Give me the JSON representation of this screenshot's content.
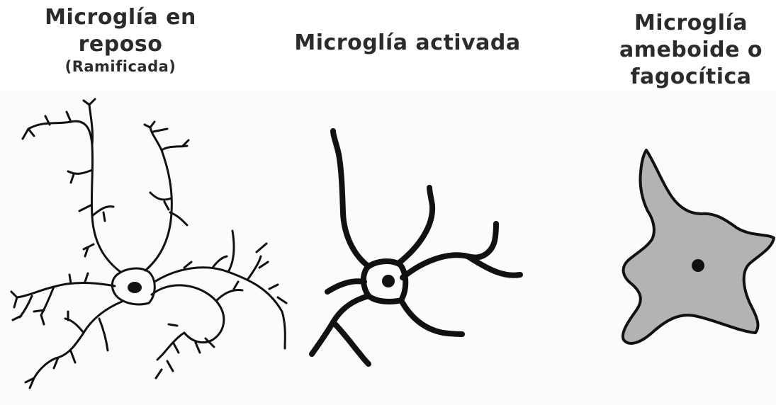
{
  "titles": {
    "resting": {
      "line1": "Microglía en",
      "line2": "reposo",
      "sub": "(Ramificada)"
    },
    "activated": {
      "line1": "Microglía activada"
    },
    "amoeboid": {
      "line1": "Microglía",
      "line2": "ameboide o",
      "line3": "fagocítica"
    }
  },
  "colors": {
    "text": "#2b2b2b",
    "outline": "#111111",
    "amoeboid_fill": "#b3b3b3",
    "nucleus": "#111111"
  }
}
